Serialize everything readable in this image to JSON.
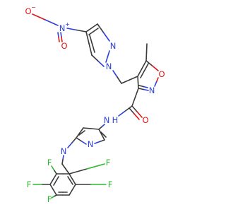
{
  "colors": {
    "carbon": "#3a3a3a",
    "nitrogen": "#2d3fe0",
    "oxygen": "#e01414",
    "fluorine": "#2eb82e",
    "background": "#ffffff"
  },
  "atom_labels": {
    "nitro_o_minus": "O",
    "nitro_minus_sign": "−",
    "nitro_n_plus": "N",
    "nitro_plus_sign": "+",
    "nitro_o_double": "O",
    "pz1_n1": "N",
    "pz1_n2": "N",
    "methyl": "",
    "isox_o": "O",
    "isox_n": "N",
    "amide_nh": "N",
    "amide_h": "H",
    "amide_o": "O",
    "pz2_n1": "N",
    "pz2_n2": "N",
    "f_ortho_left": "F",
    "f_meta_left": "F",
    "f_para": "F",
    "f_meta_right": "F",
    "f_ortho_right": "F"
  }
}
